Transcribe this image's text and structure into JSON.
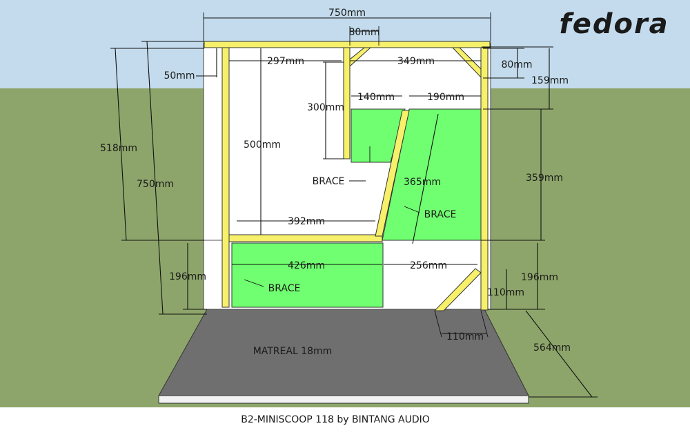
{
  "logo": {
    "text": "fedora",
    "color": "#b01820"
  },
  "caption": "B2-MINISCOOP 118 by BINTANG AUDIO",
  "floor_label": "MATREAL 18mm",
  "brace_labels": [
    "BRACE",
    "BRACE",
    "BRACE"
  ],
  "dimensions": {
    "top_width": "750mm",
    "top_80": "80mm",
    "left_50": "50mm",
    "w_297": "297mm",
    "w_349": "349mm",
    "right_80": "80mm",
    "right_159": "159mm",
    "w_140": "140mm",
    "w_190": "190mm",
    "h_300": "300mm",
    "h_500": "500mm",
    "h_518": "518mm",
    "h_750": "750mm",
    "d_365": "365mm",
    "h_359": "359mm",
    "w_392": "392mm",
    "w_426": "426mm",
    "w_256": "256mm",
    "h_196_left": "196mm",
    "h_196_right": "196mm",
    "h_110": "110mm",
    "w_110": "110mm",
    "d_564": "564mm"
  },
  "colors": {
    "sky": "#c3dbec",
    "ground": "#8da56a",
    "frame": "#f6f06a",
    "brace": "#70ff70",
    "panel": "#ffffff",
    "floor": "#6f6f6f"
  }
}
